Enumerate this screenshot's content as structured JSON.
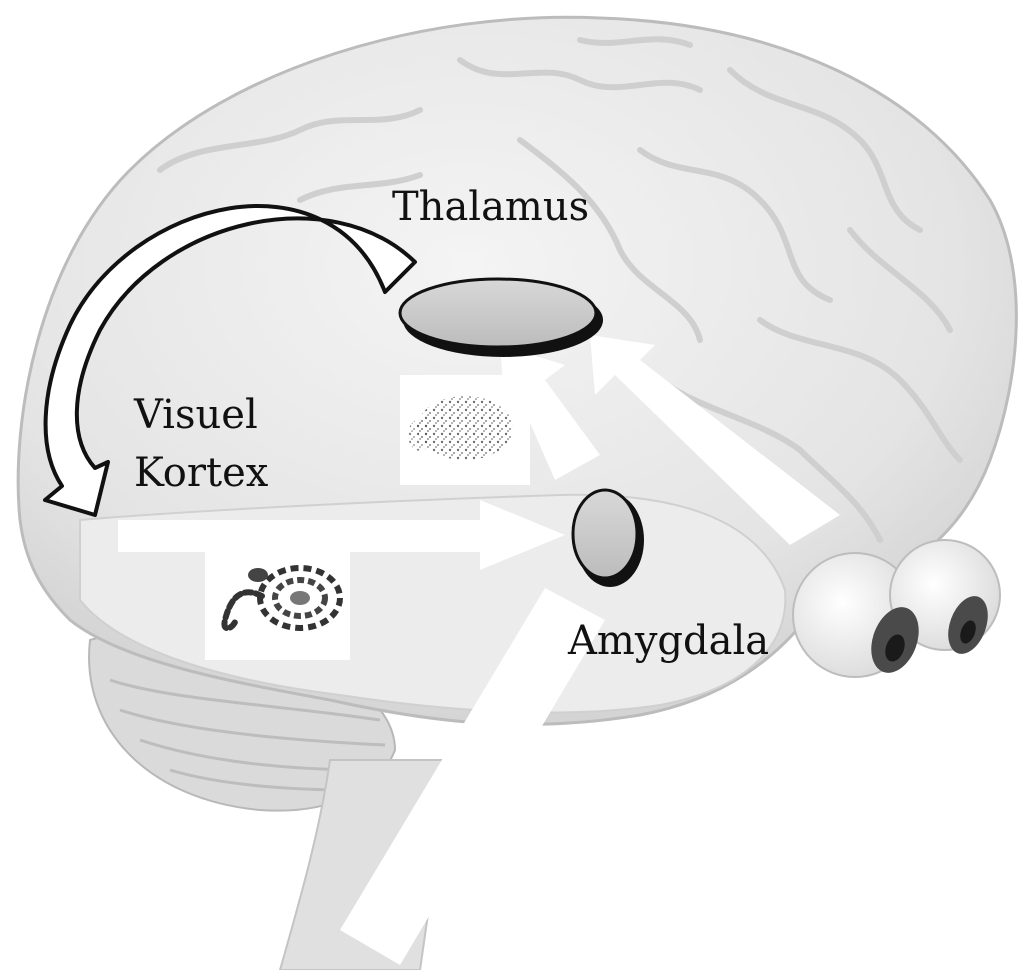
{
  "labels": {
    "thalamus": "Thalamus",
    "visual_cortex_line1": "Visuel",
    "visual_cortex_line2": "Kortex",
    "amygdala": "Amygdala"
  },
  "icons": {
    "brain": "brain-illustration",
    "eyes": "eyeballs-illustration",
    "snake": "snake-illustration",
    "blurred_snake": "blurred-snake-illustration"
  },
  "colors": {
    "brain_fill": "#e8e8e8",
    "nucleus_fill": "#c8c8c8",
    "arrow_fill": "#ffffff",
    "outline": "#111111"
  }
}
